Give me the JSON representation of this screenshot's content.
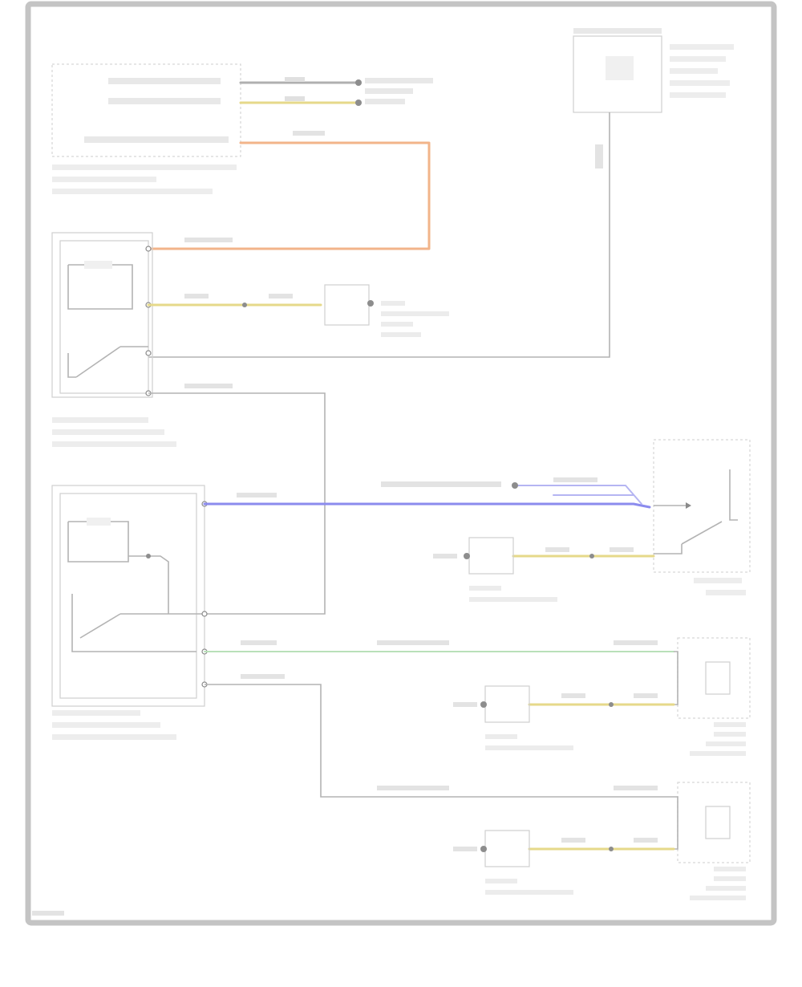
{
  "colors": {
    "orange_wire": "#f2b48a",
    "yellow_wire": "#e6d98a",
    "blue_wire": "#8b8bee",
    "green_wire": "#b9e0b9",
    "gray_wire": "#b0b0b0"
  },
  "icons": [
    "connector-dot",
    "switch-contact",
    "ground-symbol"
  ]
}
